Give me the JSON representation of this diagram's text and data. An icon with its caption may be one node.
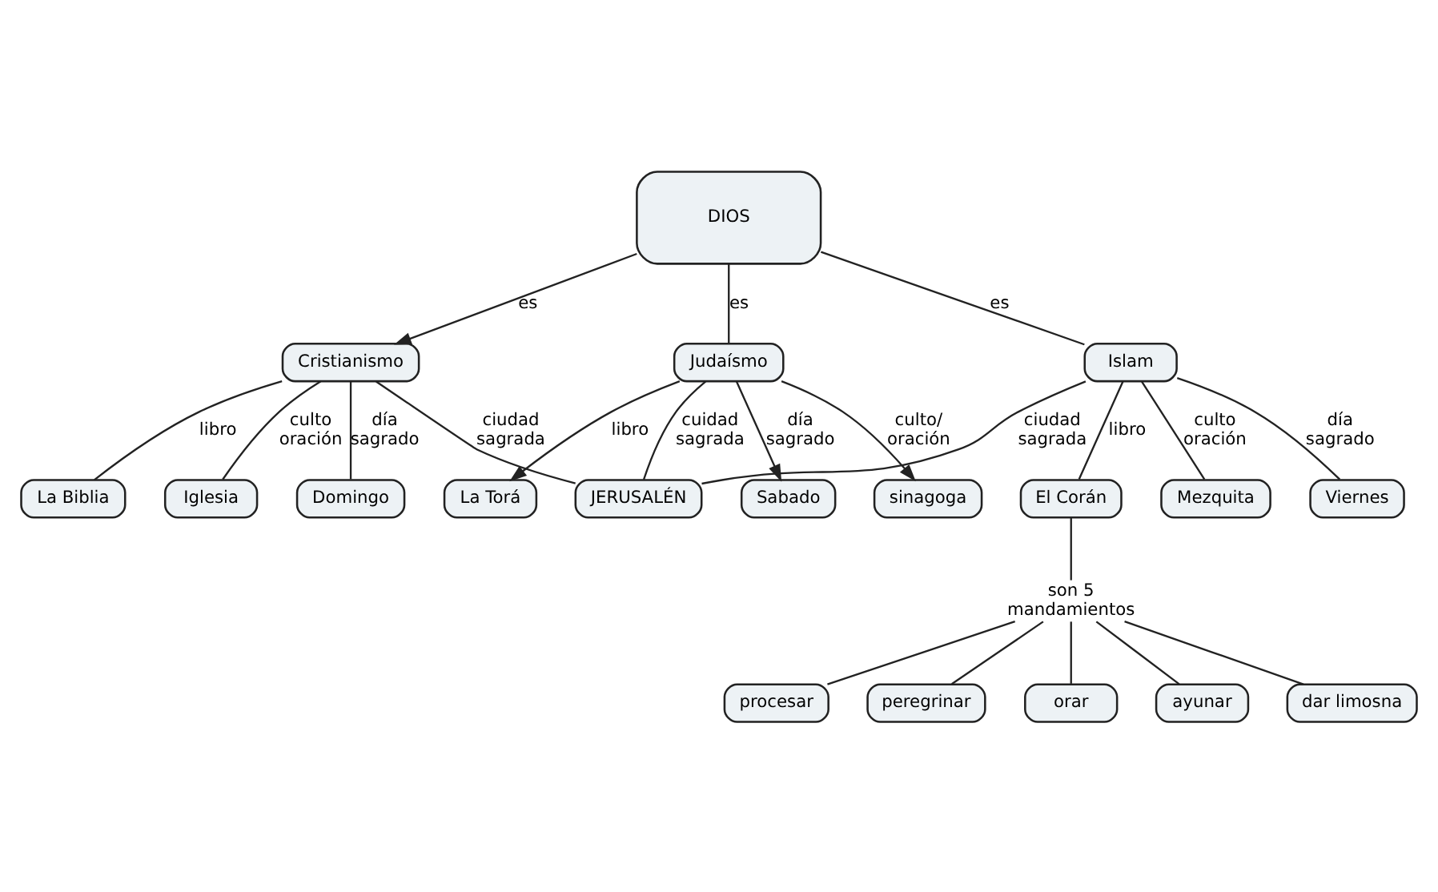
{
  "diagram": {
    "nodes": [
      {
        "text": [
          "DIOS"
        ]
      },
      {
        "text": [
          "Cristianismo"
        ]
      },
      {
        "text": [
          "Judaísmo"
        ]
      },
      {
        "text": [
          "Sabado"
        ]
      },
      {
        "text": [
          "Islam"
        ]
      },
      {
        "text": [
          "sinagoga"
        ]
      },
      {
        "text": [
          "La Biblia"
        ]
      },
      {
        "text": [
          "Iglesia"
        ]
      },
      {
        "text": [
          "Domingo"
        ]
      },
      {
        "text": [
          "La Torá"
        ]
      },
      {
        "text": [
          "El Corán"
        ]
      },
      {
        "text": [
          "Mezquita"
        ]
      },
      {
        "text": [
          "Viernes"
        ]
      },
      {
        "text": [
          "son 5 mandamientos"
        ]
      },
      {
        "text": [
          "JERUSALÉN"
        ]
      },
      {
        "text": [
          "procesar"
        ]
      },
      {
        "text": [
          "peregrinar"
        ]
      },
      {
        "text": [
          "orar"
        ]
      },
      {
        "text": [
          "ayunar"
        ]
      },
      {
        "text": [
          "dar limosna"
        ]
      }
    ],
    "edges": [
      {
        "from": 0,
        "to": 1,
        "label": "es",
        "arrow": "to"
      },
      {
        "from": 0,
        "to": 4,
        "label": "es",
        "arrow": "none"
      },
      {
        "from": 0,
        "to": 2,
        "label": "es",
        "arrow": "none"
      },
      {
        "from": 1,
        "to": 6,
        "label": "libro",
        "arrow": "none"
      },
      {
        "from": 1,
        "to": 7,
        "label": "culto oración",
        "arrow": "none"
      },
      {
        "from": 1,
        "to": 8,
        "label": "día sagrado",
        "arrow": "none"
      },
      {
        "from": 1,
        "to": 14,
        "label": "ciudad sagrada",
        "arrow": "none"
      },
      {
        "from": 4,
        "to": 10,
        "label": "libro",
        "arrow": "none"
      },
      {
        "from": 4,
        "to": 11,
        "label": "culto oración",
        "arrow": "none"
      },
      {
        "from": 4,
        "to": 12,
        "label": "día sagrado",
        "arrow": "none"
      },
      {
        "from": 4,
        "to": 14,
        "label": "ciudad sagrada",
        "arrow": "none"
      },
      {
        "from": 2,
        "to": 3,
        "label": "día sagrado",
        "arrow": "to"
      },
      {
        "from": 2,
        "to": 5,
        "label": "culto/ oración",
        "arrow": "to"
      },
      {
        "from": 2,
        "to": 14,
        "label": "cuidad sagrada",
        "arrow": "none"
      },
      {
        "from": 2,
        "to": 9,
        "label": "libro",
        "arrow": "to"
      },
      {
        "from": 10,
        "to": 13,
        "arrow": "none"
      },
      {
        "from": 13,
        "to": 15,
        "arrow": "none"
      },
      {
        "from": 13,
        "to": 17,
        "arrow": "none"
      },
      {
        "from": 13,
        "to": 18,
        "arrow": "none"
      },
      {
        "from": 13,
        "to": 19,
        "arrow": "none"
      },
      {
        "from": 13,
        "to": 16,
        "arrow": "none"
      }
    ]
  }
}
